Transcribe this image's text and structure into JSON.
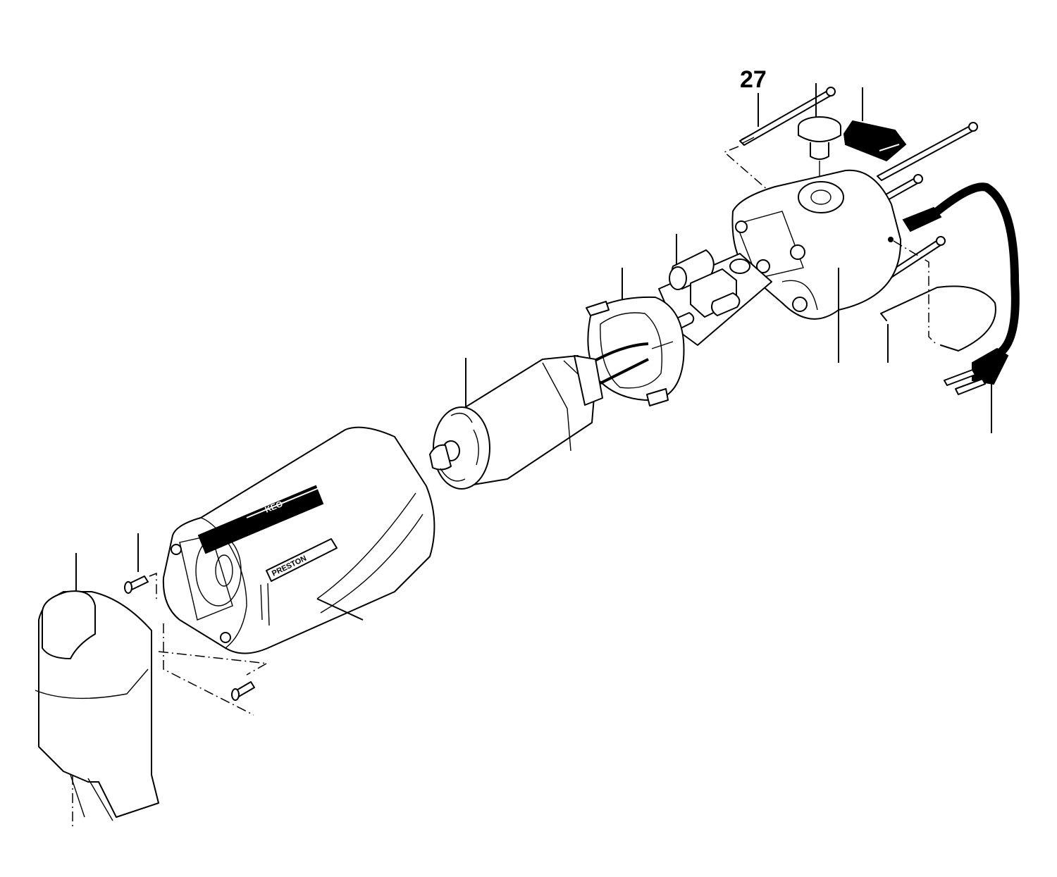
{
  "diagram": {
    "type": "exploded-parts-view",
    "subject": "power tool (motor housing assembly)",
    "labels": [
      {
        "id": "27",
        "text": "27",
        "part": "long-screw"
      }
    ],
    "parts": [
      {
        "name": "long-screw-top",
        "leader": true
      },
      {
        "name": "button-cap",
        "leader": true
      },
      {
        "name": "switch",
        "leader": true
      },
      {
        "name": "rear-housing",
        "leader": true
      },
      {
        "name": "electronics-board",
        "leader": true
      },
      {
        "name": "brush-ring",
        "leader": true
      },
      {
        "name": "motor",
        "leader": true
      },
      {
        "name": "front-housing",
        "leader": true
      },
      {
        "name": "small-screw",
        "leader": true
      },
      {
        "name": "nose-cover",
        "leader": true
      },
      {
        "name": "wire-hanger",
        "leader": true
      },
      {
        "name": "power-cord-plug",
        "leader": true
      }
    ],
    "housing_badges": {
      "brand": "PRESTON",
      "mark": "KEO"
    }
  }
}
